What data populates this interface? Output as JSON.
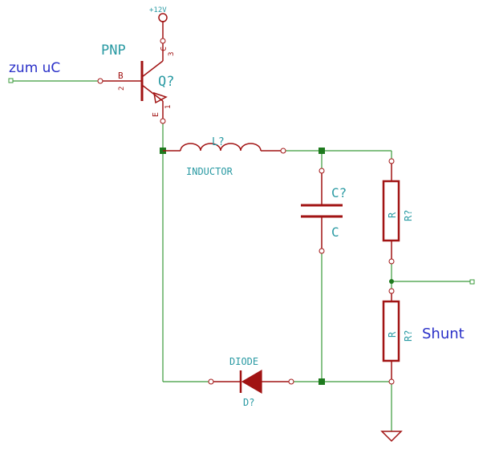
{
  "colors": {
    "wire": "#3a9a3a",
    "component": "#a11313",
    "junction": "#1e7a1e",
    "value_label": "#2a9aa3",
    "net_label": "#2a30c8",
    "background": "#ffffff"
  },
  "power": {
    "label": "+12V"
  },
  "transistor": {
    "type": "PNP",
    "ref": "Q?",
    "pin_c": "C",
    "pin_c_num": "3",
    "pin_b": "B",
    "pin_b_num": "2",
    "pin_e": "E",
    "pin_e_num": "1"
  },
  "input_net": {
    "label": "zum uC"
  },
  "inductor": {
    "ref": "L?",
    "value": "INDUCTOR"
  },
  "capacitor": {
    "ref": "C?",
    "value": "C"
  },
  "resistor_top": {
    "ref": "R?",
    "value": "R"
  },
  "resistor_bottom": {
    "ref": "R?",
    "value": "R",
    "net_label": "Shunt"
  },
  "diode": {
    "ref": "D?",
    "value": "DIODE"
  },
  "ground": {
    "symbol": "ground-icon"
  }
}
